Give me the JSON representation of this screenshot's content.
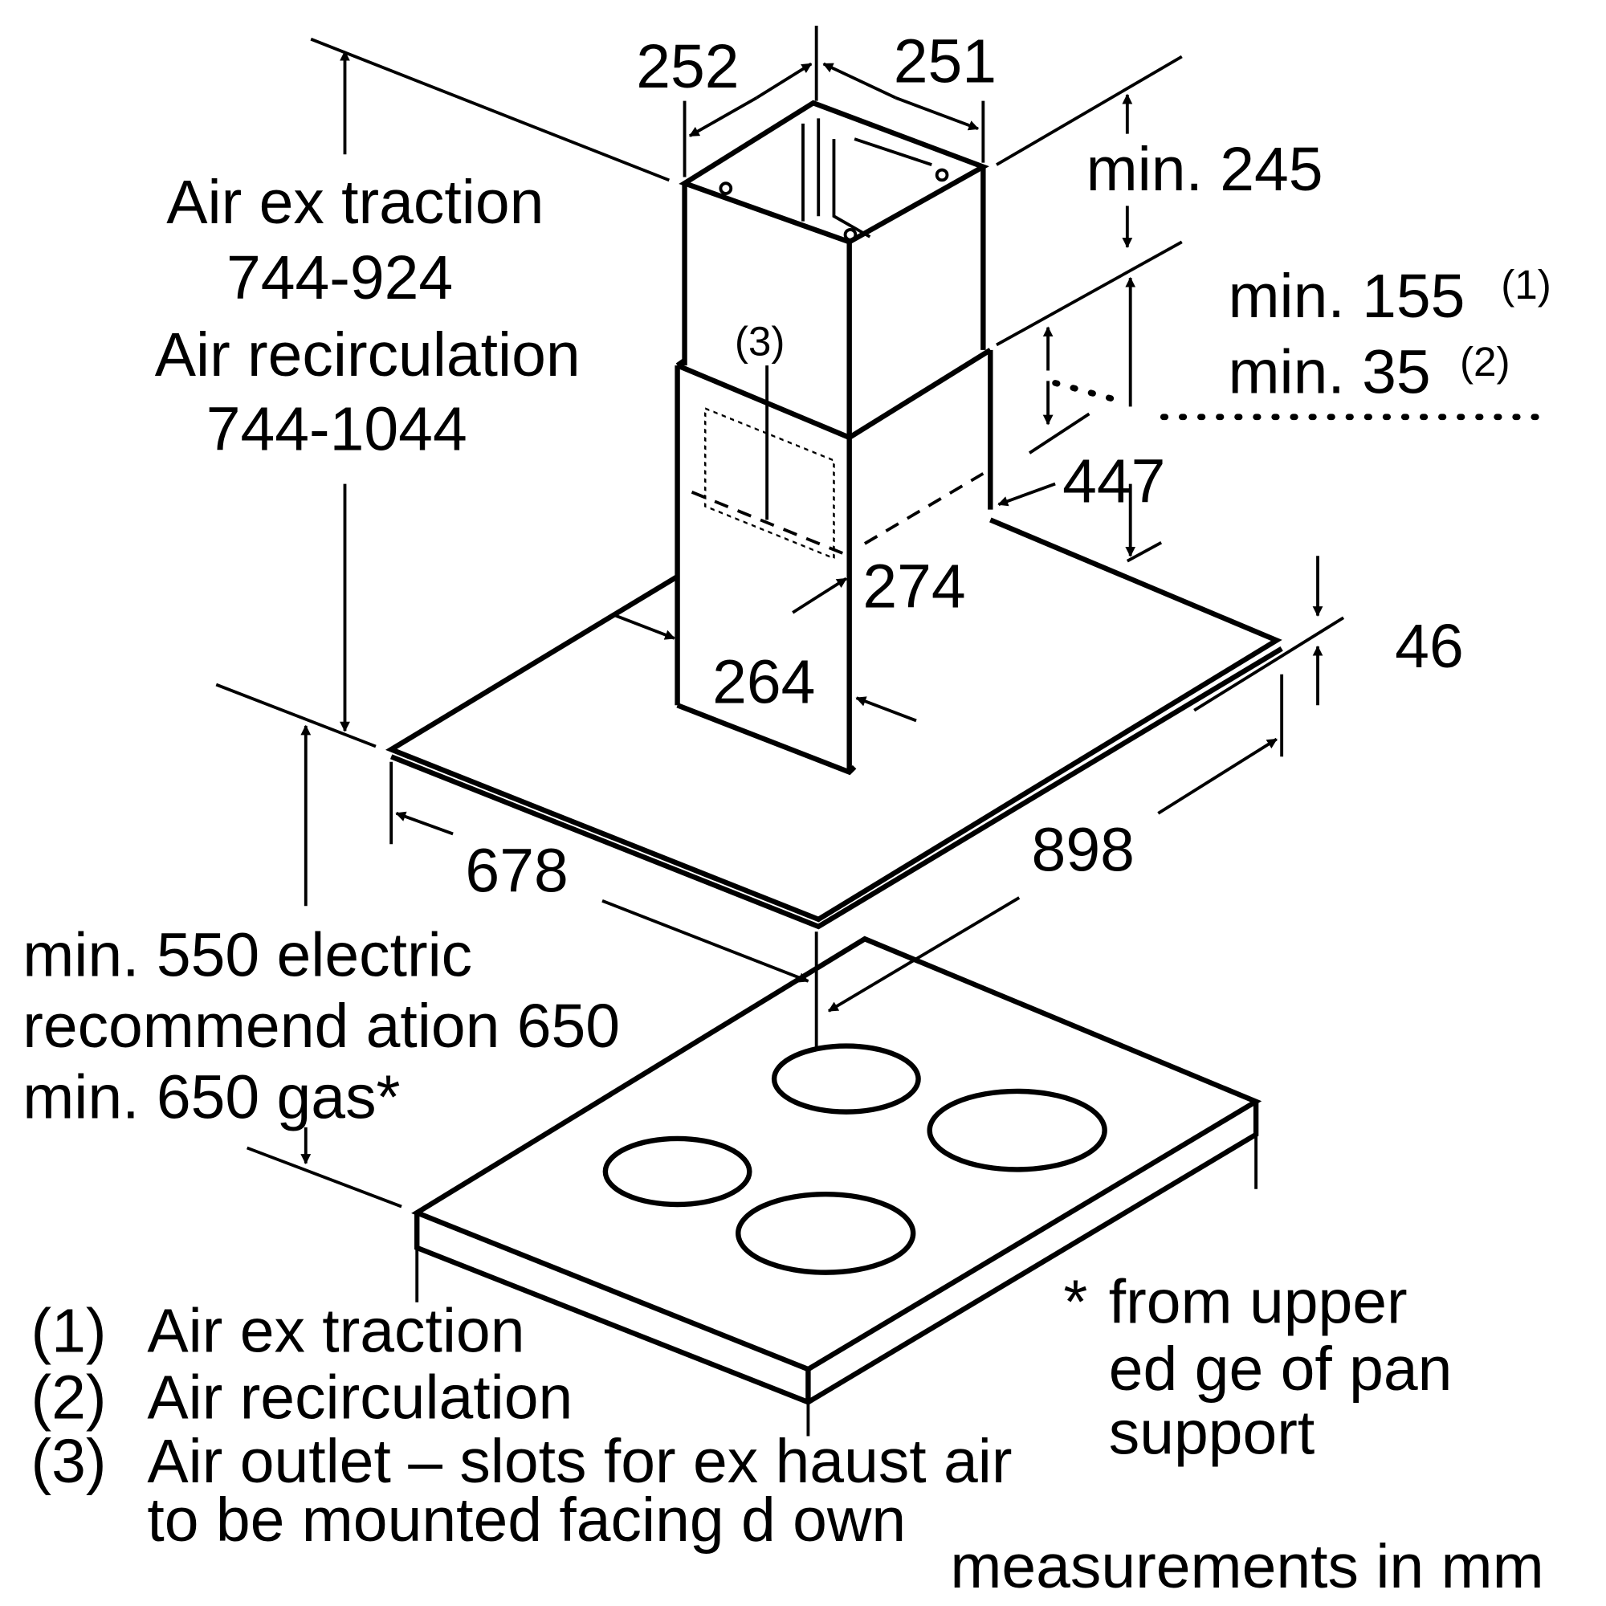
{
  "dimensions": {
    "chimney_depth": "252",
    "chimney_width": "251",
    "min_245": "min. 245",
    "min_155": "min. 155",
    "min_155_ref": "(1)",
    "min_35": "min. 35",
    "min_35_ref": "(2)",
    "outlet_ref": "(3)",
    "d447": "447",
    "d274": "274",
    "d264": "264",
    "d46": "46",
    "d678": "678",
    "d898": "898"
  },
  "height_range": {
    "extraction_label": "Air ex traction",
    "extraction_value": "744-924",
    "recirculation_label": "Air recirculation",
    "recirculation_value": "744-1044"
  },
  "clearance": {
    "line1": "min. 550 electric",
    "line2": "recommend ation 650",
    "line3": "min. 650 gas*"
  },
  "legend": [
    {
      "num": "(1)",
      "text": "Air ex traction"
    },
    {
      "num": "(2)",
      "text": "Air recirculation"
    },
    {
      "num": "(3)",
      "text": "Air outlet –  slots for ex haust air",
      "text2": "to be mounted  facing d own"
    }
  ],
  "footnote": {
    "star": "*",
    "line1": "from upper",
    "line2": "ed ge of pan",
    "line3": "support"
  },
  "units_note": "measurements in mm"
}
